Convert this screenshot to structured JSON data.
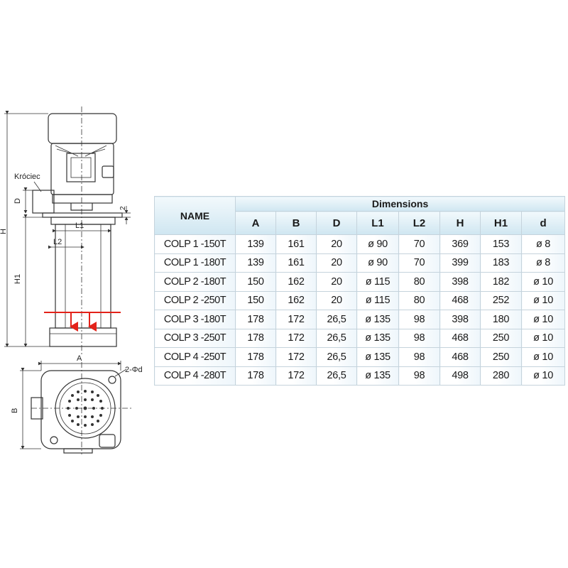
{
  "drawing": {
    "labels": {
      "krociec": "Króciec",
      "D": "D",
      "H": "H",
      "H1": "H1",
      "L1": "L1",
      "L2": "L2",
      "two": "2",
      "A": "A",
      "B": "B",
      "holes": "2-Φd"
    },
    "colors": {
      "line": "#333333",
      "arrow": "#e32219"
    }
  },
  "table": {
    "name_header": "NAME",
    "group_header": "Dimensions",
    "columns": [
      "A",
      "B",
      "D",
      "L1",
      "L2",
      "H",
      "H1",
      "d"
    ],
    "rows": [
      [
        "COLP 1 -150T",
        "139",
        "161",
        "20",
        "ø 90",
        "70",
        "369",
        "153",
        "ø 8"
      ],
      [
        "COLP 1 -180T",
        "139",
        "161",
        "20",
        "ø 90",
        "70",
        "399",
        "183",
        "ø 8"
      ],
      [
        "COLP 2 -180T",
        "150",
        "162",
        "20",
        "ø 115",
        "80",
        "398",
        "182",
        "ø 10"
      ],
      [
        "COLP 2 -250T",
        "150",
        "162",
        "20",
        "ø 115",
        "80",
        "468",
        "252",
        "ø 10"
      ],
      [
        "COLP 3 -180T",
        "178",
        "172",
        "26,5",
        "ø 135",
        "98",
        "398",
        "180",
        "ø 10"
      ],
      [
        "COLP 3 -250T",
        "178",
        "172",
        "26,5",
        "ø 135",
        "98",
        "468",
        "250",
        "ø 10"
      ],
      [
        "COLP 4 -250T",
        "178",
        "172",
        "26,5",
        "ø 135",
        "98",
        "468",
        "250",
        "ø 10"
      ],
      [
        "COLP 4 -280T",
        "178",
        "172",
        "26,5",
        "ø 135",
        "98",
        "498",
        "280",
        "ø 10"
      ]
    ],
    "colors": {
      "header_top": "#f2f9fc",
      "header_bottom": "#cfe6f1",
      "border": "#c5d3dc"
    }
  }
}
